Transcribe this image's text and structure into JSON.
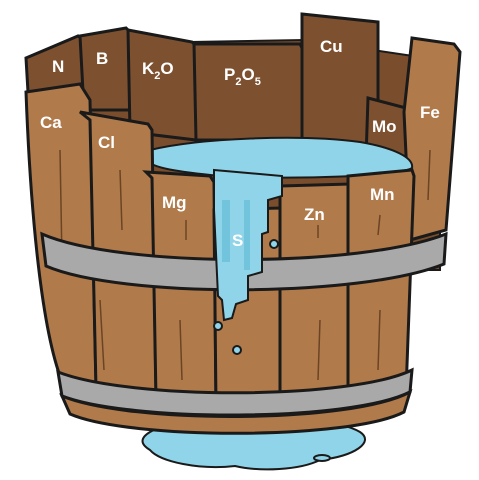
{
  "diagram": {
    "colors": {
      "wood": "#b07a4a",
      "wood_dark": "#6b4426",
      "wood_inner": "#7a4e2c",
      "outline": "#1a1a1a",
      "band": "#a9a9a9",
      "water": "#8fd4e8",
      "water_dark": "#5fb8d4",
      "label": "#ffffff"
    },
    "staves": [
      {
        "id": "N",
        "label": "N"
      },
      {
        "id": "B",
        "label": "B"
      },
      {
        "id": "K2O",
        "label": "K",
        "sub": "2",
        "label_tail": "O"
      },
      {
        "id": "P2O5",
        "label": "P",
        "sub": "2",
        "label_mid": "O",
        "sub2": "5"
      },
      {
        "id": "Cu",
        "label": "Cu"
      },
      {
        "id": "Mo",
        "label": "Mo"
      },
      {
        "id": "Fe",
        "label": "Fe"
      },
      {
        "id": "Ca",
        "label": "Ca"
      },
      {
        "id": "Cl",
        "label": "Cl"
      },
      {
        "id": "Mg",
        "label": "Mg"
      },
      {
        "id": "S",
        "label": "S"
      },
      {
        "id": "Zn",
        "label": "Zn"
      },
      {
        "id": "Mn",
        "label": "Mn"
      }
    ]
  }
}
